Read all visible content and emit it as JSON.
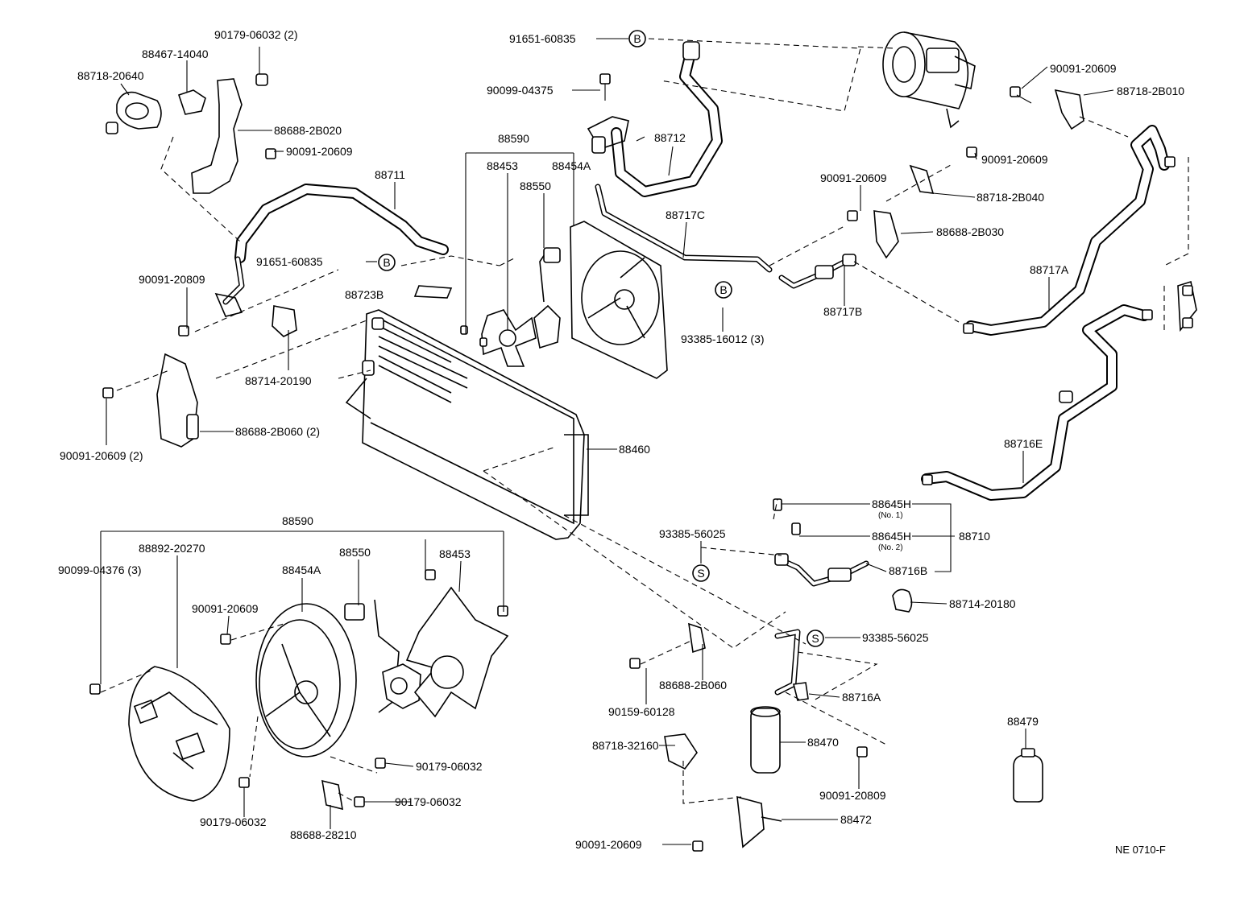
{
  "parts": {
    "p_90179_06032_2_top": "90179-06032 (2)",
    "p_88467_14040": "88467-14040",
    "p_88718_20640": "88718-20640",
    "p_88688_2b020": "88688-2B020",
    "p_90091_20609_a": "90091-20609",
    "p_88711": "88711",
    "p_91651_60835_left": "91651-60835",
    "p_90091_20809_left": "90091-20809",
    "p_88723b": "88723B",
    "p_88714_20190": "88714-20190",
    "p_88688_2b060_2": "88688-2B060 (2)",
    "p_90091_20609_2": "90091-20609 (2)",
    "p_91651_60835_top": "91651-60835",
    "p_90099_04375": "90099-04375",
    "p_88590_top": "88590",
    "p_88453_top": "88453",
    "p_88454a_top": "88454A",
    "p_88550_top": "88550",
    "p_88712": "88712",
    "p_88717c": "88717C",
    "p_93385_16012_3": "93385-16012 (3)",
    "p_88460": "88460",
    "p_90091_20609_b": "90091-20609",
    "p_90091_20609_c": "90091-20609",
    "p_88718_2b040": "88718-2B040",
    "p_88688_2b030": "88688-2B030",
    "p_88717b": "88717B",
    "p_90091_20609_d": "90091-20609",
    "p_88718_2b010": "88718-2B010",
    "p_88717a": "88717A",
    "p_88716e": "88716E",
    "p_88645h_1": "88645H",
    "p_88645h_1_note": "(No. 1)",
    "p_88645h_2": "88645H",
    "p_88645h_2_note": "(No. 2)",
    "p_88710": "88710",
    "p_88716b": "88716B",
    "p_88714_20180": "88714-20180",
    "p_93385_56025_a": "93385-56025",
    "p_93385_56025_b": "93385-56025",
    "p_88716a": "88716A",
    "p_88688_2b060_b": "88688-2B060",
    "p_90159_60128": "90159-60128",
    "p_88718_32160": "88718-32160",
    "p_88470": "88470",
    "p_90091_20809_b": "90091-20809",
    "p_88472": "88472",
    "p_90091_20609_e": "90091-20609",
    "p_88479": "88479",
    "p_88590_bottom": "88590",
    "p_88892_20270": "88892-20270",
    "p_88454a_bottom": "88454A",
    "p_88550_bottom": "88550",
    "p_88453_bottom": "88453",
    "p_90099_04376_3": "90099-04376 (3)",
    "p_90091_20609_f": "90091-20609",
    "p_90179_06032_a": "90179-06032",
    "p_90179_06032_b": "90179-06032",
    "p_90179_06032_c": "90179-06032",
    "p_88688_28210": "88688-28210"
  },
  "markers": {
    "b": "B",
    "s": "S"
  },
  "reference_code": "NE 0710-F"
}
